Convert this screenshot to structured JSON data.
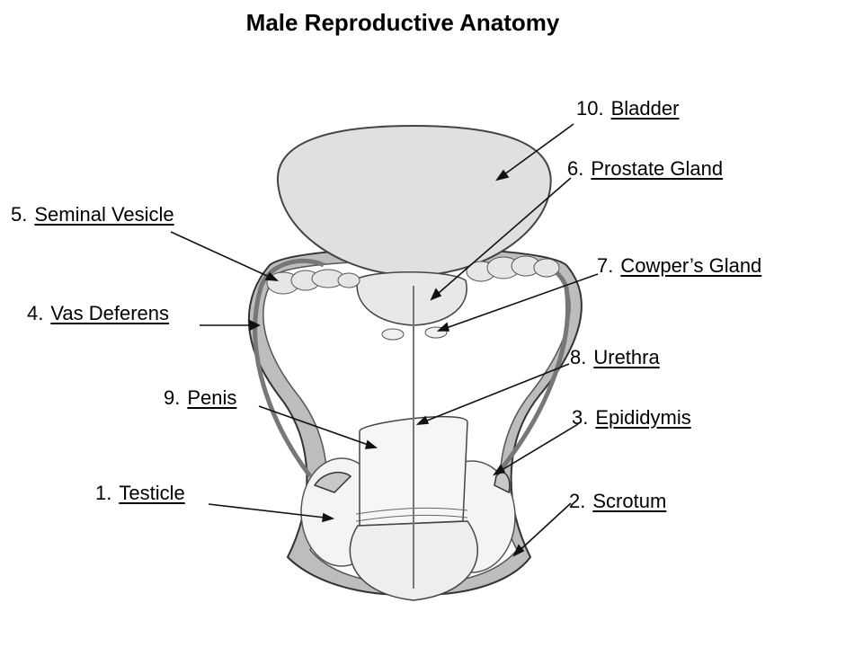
{
  "title": "Male Reproductive Anatomy",
  "labels": [
    {
      "id": "bladder",
      "number": "10.",
      "name": "Bladder"
    },
    {
      "id": "prostate",
      "number": "6.",
      "name": "Prostate Gland"
    },
    {
      "id": "seminal-vesicle",
      "number": "5.",
      "name": "Seminal Vesicle"
    },
    {
      "id": "cowpers",
      "number": "7.",
      "name": "Cowper’s Gland"
    },
    {
      "id": "vas-deferens",
      "number": "4.",
      "name": "Vas Deferens"
    },
    {
      "id": "urethra",
      "number": "8.",
      "name": "Urethra"
    },
    {
      "id": "penis",
      "number": "9.",
      "name": "Penis"
    },
    {
      "id": "epididymis",
      "number": "3.",
      "name": "Epididymis"
    },
    {
      "id": "testicle",
      "number": "1.",
      "name": "Testicle"
    },
    {
      "id": "scrotum",
      "number": "2.",
      "name": "Scrotum"
    }
  ]
}
